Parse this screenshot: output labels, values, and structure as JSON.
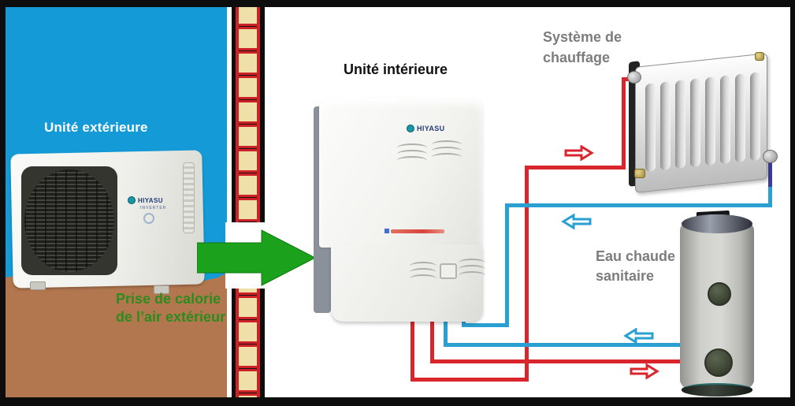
{
  "scene": {
    "outdoor": {
      "label": "Unité extérieure",
      "caption_line1": "Prise de calorie",
      "caption_line2": "de l’air extérieur",
      "unit_brand": "HIYASU",
      "unit_brand_sub": "INVERTER",
      "sky_color": "#149ad6",
      "ground_color": "#b3774f",
      "label_color": "#ffffff",
      "caption_color": "#2e8b1e"
    },
    "wall": {
      "red_color": "#ce2127",
      "brick_color": "#eee0a8"
    },
    "heat_transfer_arrow": {
      "direction": "right",
      "color": "#1ba11b"
    },
    "indoor": {
      "label": "Unité intérieure",
      "unit_brand": "HIYASU"
    },
    "heating": {
      "label_line1": "Système de",
      "label_line2": "chauffage",
      "label_color": "#7d7d7d"
    },
    "dhw": {
      "label_line1": "Eau chaude",
      "label_line2": "sanitaire",
      "label_color": "#7d7d7d"
    },
    "pipes": {
      "hot_color": "#d8262c",
      "cold_color": "#2aa0d2",
      "cold_dark_color": "#3c3c9e"
    },
    "flow_arrows": [
      {
        "name": "hot-to-radiator",
        "direction": "right",
        "color": "#d8262c"
      },
      {
        "name": "cold-from-radiator",
        "direction": "left",
        "color": "#2aa0d2"
      },
      {
        "name": "cold-from-tank",
        "direction": "left",
        "color": "#2aa0d2"
      },
      {
        "name": "hot-to-tank",
        "direction": "right",
        "color": "#d8262c"
      }
    ]
  }
}
